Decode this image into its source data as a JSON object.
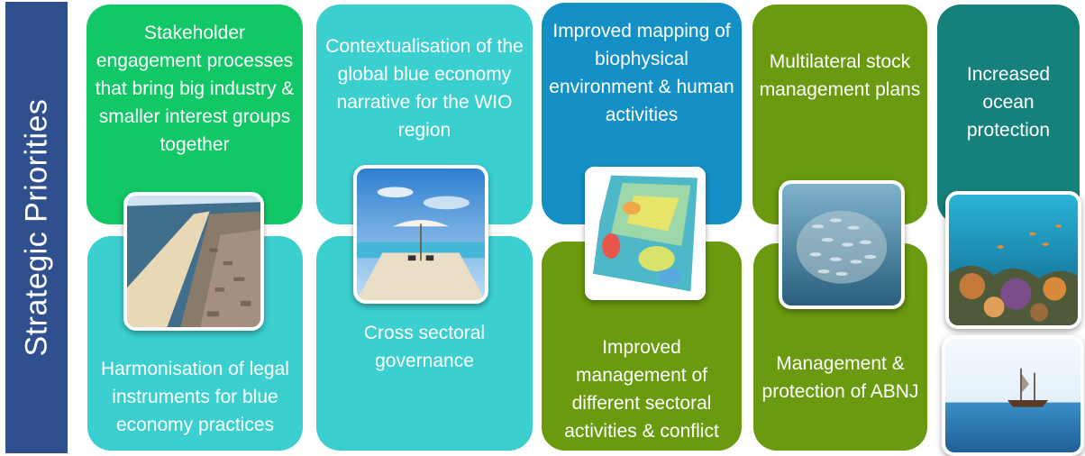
{
  "sidebar": {
    "label": "Strategic Priorities"
  },
  "colors": {
    "sidebar": "#2f4f8f",
    "green": "#12c766",
    "turquoise": "#3ccfcf",
    "blue": "#1590c6",
    "olive": "#6a9a0f",
    "teal": "#16807a"
  },
  "columns": [
    {
      "top": "Stakeholder engagement processes that bring big industry & smaller interest groups together",
      "bottom": "Harmonisation of legal instruments for blue economy practices",
      "image": "coastline-photo"
    },
    {
      "top": "Contextualisation of the global blue economy narrative for the WIO region",
      "bottom": "Cross sectoral governance",
      "image": "beach-umbrella-photo"
    },
    {
      "top": "Improved mapping of biophysical environment & human activities",
      "bottom": "Improved management of different sectoral activities & conflict",
      "image": "heatmap-photo"
    },
    {
      "top": "Multilateral stock management plans",
      "bottom": "Management & protection of ABNJ",
      "image": "fish-school-photo"
    },
    {
      "top": "Increased ocean protection",
      "images": [
        "coral-reef-photo",
        "sailing-ship-photo"
      ]
    }
  ]
}
